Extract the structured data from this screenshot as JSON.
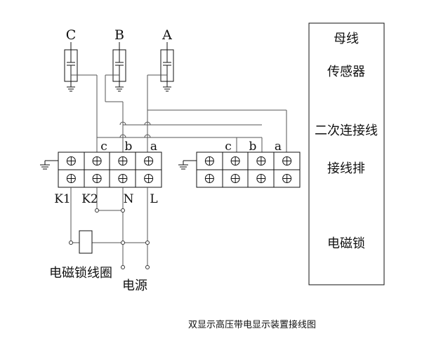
{
  "phases": {
    "c": "C",
    "b": "B",
    "a": "A"
  },
  "legend": {
    "busbar": "母线",
    "sensor": "传感器",
    "secondary_wiring": "二次连接线",
    "terminal_strip": "接线排",
    "magnetic_lock": "电磁锁"
  },
  "left_strip": {
    "c": "c",
    "b": "b",
    "a": "a"
  },
  "right_strip": {
    "c": "c",
    "b": "b",
    "a": "a"
  },
  "terminals": {
    "k1": "K1",
    "k2": "K2",
    "n": "N",
    "l": "L"
  },
  "coil_label": "电磁锁线圈",
  "power_label": "电源",
  "caption": "双显示高压带电显示装置接线图",
  "colors": {
    "wire": "#555555",
    "ink": "#111111"
  }
}
